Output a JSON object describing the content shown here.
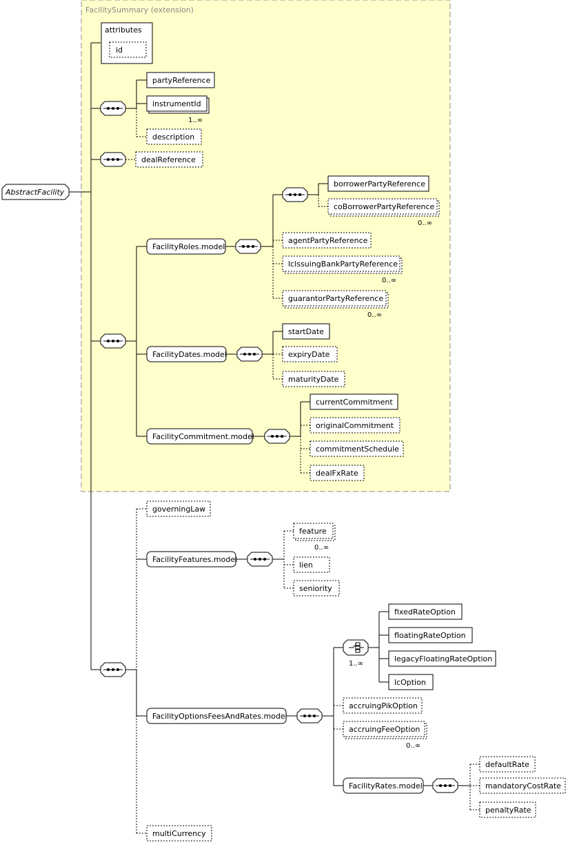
{
  "root": {
    "label": "AbstractFacility"
  },
  "extension": {
    "label": "FacilitySummary (extension)"
  },
  "attributes": {
    "title": "attributes",
    "id": "id"
  },
  "elements": {
    "partyReference": "partyReference",
    "instrumentId": "instrumentId",
    "instrumentId_card": "1..∞",
    "description": "description",
    "dealReference": "dealReference",
    "facilityRoles": "FacilityRoles.model",
    "borrowerPartyReference": "borrowerPartyReference",
    "coBorrowerPartyReference": "coBorrowerPartyReference",
    "coBorrowerPartyReference_card": "0..∞",
    "agentPartyReference": "agentPartyReference",
    "lcIssuingBankPartyReference": "lcIssuingBankPartyReference",
    "lcIssuingBankPartyReference_card": "0..∞",
    "guarantorPartyReference": "guarantorPartyReference",
    "guarantorPartyReference_card": "0..∞",
    "facilityDates": "FacilityDates.model",
    "startDate": "startDate",
    "expiryDate": "expiryDate",
    "maturityDate": "maturityDate",
    "facilityCommitment": "FacilityCommitment.model",
    "currentCommitment": "currentCommitment",
    "originalCommitment": "originalCommitment",
    "commitmentSchedule": "commitmentSchedule",
    "dealFxRate": "dealFxRate",
    "governingLaw": "governingLaw",
    "facilityFeatures": "FacilityFeatures.model",
    "feature": "feature",
    "feature_card": "0..∞",
    "lien": "lien",
    "seniority": "seniority",
    "facilityOptions": "FacilityOptionsFeesAndRates.model",
    "choice_card": "1..∞",
    "fixedRateOption": "fixedRateOption",
    "floatingRateOption": "floatingRateOption",
    "legacyFloatingRateOption": "legacyFloatingRateOption",
    "lcOption": "lcOption",
    "accruingPikOption": "accruingPikOption",
    "accruingFeeOption": "accruingFeeOption",
    "accruingFeeOption_card": "0..∞",
    "facilityRates": "FacilityRates.model",
    "defaultRate": "defaultRate",
    "mandatoryCostRate": "mandatoryCostRate",
    "penaltyRate": "penaltyRate",
    "multiCurrency": "multiCurrency"
  },
  "colors": {
    "extension_fill": "#ffffcc",
    "extension_border": "#8c8c8c",
    "line": "#000000",
    "box_fill": "#ffffff"
  }
}
